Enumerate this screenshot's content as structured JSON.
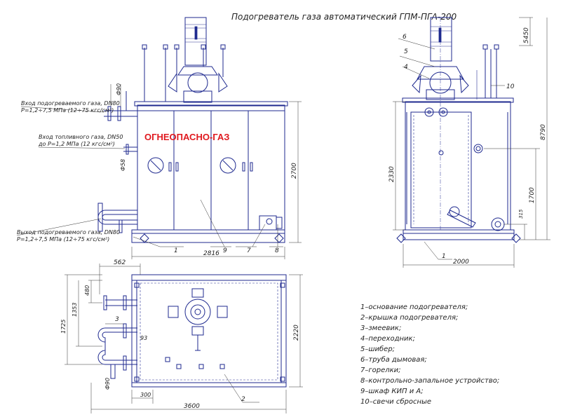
{
  "title": "Подогреватель газа автоматический ГПМ-ПГА-200",
  "warning": "ОГНЕОПАСНО-ГАЗ",
  "notes": {
    "inlet_heated_1": "Вход подогреваемого газа, DN80",
    "inlet_heated_2": "P=1,2÷7,5 МПа (12÷75 кгс/см²)",
    "inlet_fuel_1": "Вход топливного газа, DN50",
    "inlet_fuel_2": "до P=1,2 МПа (12 кгс/см²)",
    "outlet_heated_1": "Выход подогреваемого газа, DN80",
    "outlet_heated_2": "P=1,2÷7,5 МПа (12÷75 кгс/см²)"
  },
  "dimensions": {
    "d_phi90_top": "Ф90",
    "d_phi58": "Ф58",
    "d_2700": "2700",
    "d_2816": "2816",
    "d_5450": "5450",
    "d_8790": "8790",
    "d_2330": "2330",
    "d_1700": "1700",
    "d_315": "315",
    "d_2000": "2000",
    "d_562": "562",
    "d_480": "480",
    "d_1353": "1353",
    "d_1725": "1725",
    "d_93": "93",
    "d_phi90_bot": "Ф90",
    "d_300": "300",
    "d_3600": "3600",
    "d_2220": "2220"
  },
  "callouts": {
    "c1a": "1",
    "c9": "9",
    "c7": "7",
    "c8": "8",
    "c6": "6",
    "c5": "5",
    "c4": "4",
    "c10": "10",
    "c1b": "1",
    "c3": "3",
    "c2": "2"
  },
  "legend": [
    "1–основание подогревателя;",
    "2–крышка подогревателя;",
    "3–змеевик;",
    "4–переходник;",
    "5–шибер;",
    "6–труба дымовая;",
    "7–горелки;",
    "8–контрольно-запальное устройство;",
    "9–шкаф КИП и А;",
    "10–свечи сбросные"
  ],
  "colors": {
    "line": "#1f2a8f",
    "warning": "#e0191f"
  }
}
